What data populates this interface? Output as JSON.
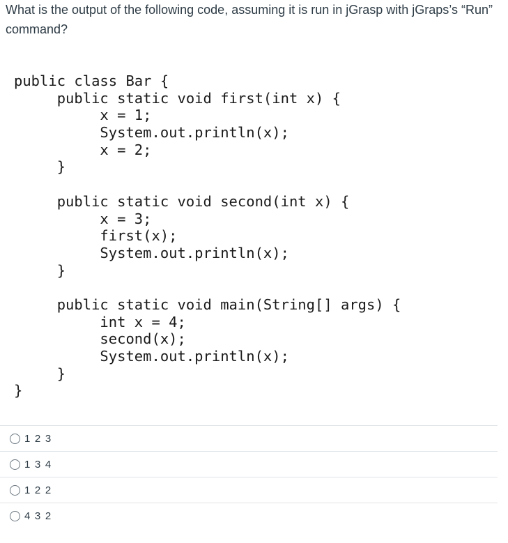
{
  "question": {
    "text": "What is the output of the following code, assuming it is run in jGrasp with jGraps’s “Run” command?"
  },
  "code": {
    "lines": [
      "public class Bar {",
      "     public static void first(int x) {",
      "          x = 1;",
      "          System.out.println(x);",
      "          x = 2;",
      "     }",
      "",
      "     public static void second(int x) {",
      "          x = 3;",
      "          first(x);",
      "          System.out.println(x);",
      "     }",
      "",
      "     public static void main(String[] args) {",
      "          int x = 4;",
      "          second(x);",
      "          System.out.println(x);",
      "     }",
      "}"
    ]
  },
  "answers": [
    {
      "label": "1 2 3"
    },
    {
      "label": "1 3 4"
    },
    {
      "label": "1 2 2"
    },
    {
      "label": "4 3 2"
    }
  ],
  "colors": {
    "text": "#2d3b45",
    "divider": "#e0e4e7",
    "radio_border": "#6b7780"
  }
}
